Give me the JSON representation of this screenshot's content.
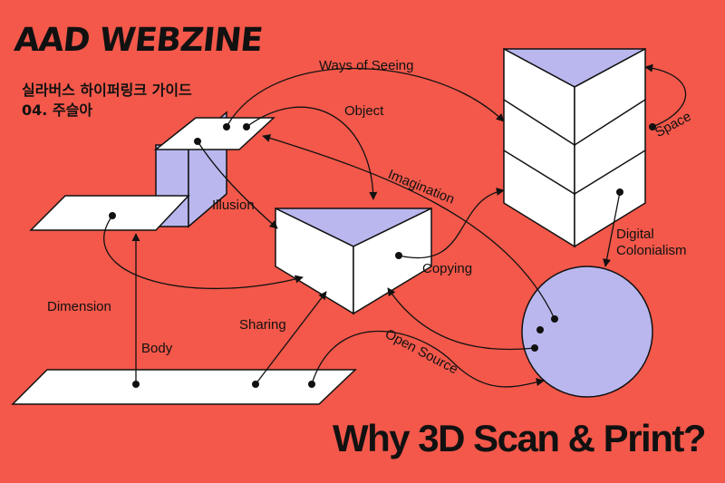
{
  "brand": "AAD WEBZINE",
  "subtitle": {
    "line1": "실라버스 하이퍼링크 가이드",
    "line2": "04. 주슬아"
  },
  "headline": "Why 3D Scan & Print?",
  "labels": {
    "ways_of_seeing": "Ways of Seeing",
    "object": "Object",
    "imagination": "Imagination",
    "illusion": "Illusion",
    "copying": "Copying",
    "dimension": "Dimension",
    "sharing": "Sharing",
    "body": "Body",
    "open_source": "Open Source",
    "space": "Space",
    "digital": "Digital",
    "colonialism": "Colonialism"
  },
  "colors": {
    "background": "#f3584a",
    "shape_fill": "#ffffff",
    "shape_shade": "#b9b7ee",
    "ink": "#111111"
  }
}
